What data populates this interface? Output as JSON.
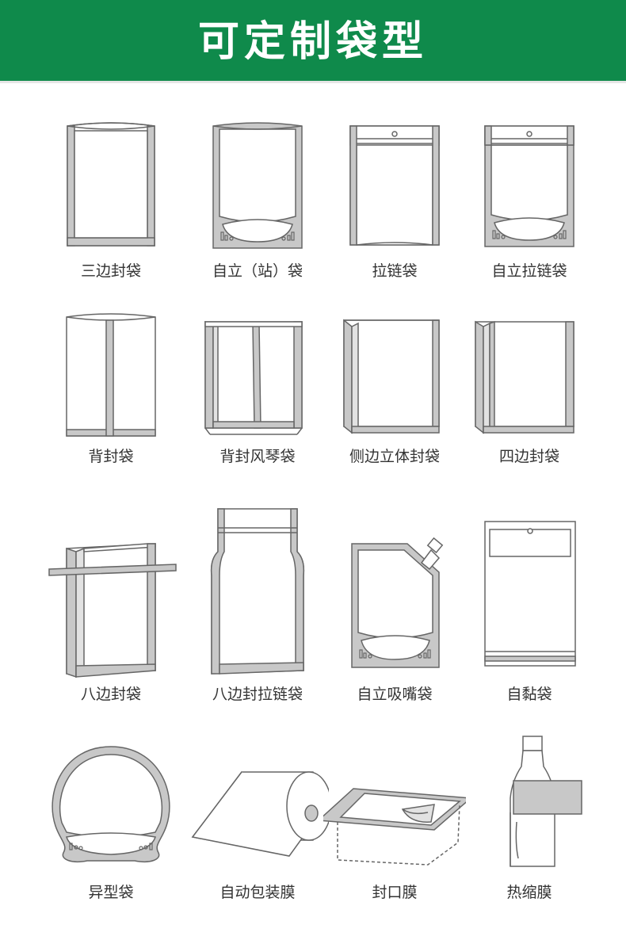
{
  "page": {
    "title": "可定制袋型",
    "accent_color": "#0f8a4b"
  },
  "bags": [
    {
      "label": "三边封袋",
      "icon": "three-side-seal-bag-icon"
    },
    {
      "label": "自立（站）袋",
      "icon": "stand-up-pouch-icon"
    },
    {
      "label": "拉链袋",
      "icon": "zipper-bag-icon"
    },
    {
      "label": "自立拉链袋",
      "icon": "stand-up-zipper-pouch-icon"
    },
    {
      "label": "背封袋",
      "icon": "back-seal-bag-icon"
    },
    {
      "label": "背封风琴袋",
      "icon": "back-seal-gusset-bag-icon"
    },
    {
      "label": "侧边立体封袋",
      "icon": "side-gusset-bag-icon"
    },
    {
      "label": "四边封袋",
      "icon": "four-side-seal-bag-icon"
    },
    {
      "label": "八边封袋",
      "icon": "eight-side-seal-bag-icon"
    },
    {
      "label": "八边封拉链袋",
      "icon": "eight-side-seal-zipper-bag-icon"
    },
    {
      "label": "自立吸嘴袋",
      "icon": "spout-pouch-icon"
    },
    {
      "label": "自黏袋",
      "icon": "self-adhesive-bag-icon"
    },
    {
      "label": "异型袋",
      "icon": "shaped-bag-icon"
    },
    {
      "label": "自动包装膜",
      "icon": "packaging-film-roll-icon"
    },
    {
      "label": "封口膜",
      "icon": "lidding-film-icon"
    },
    {
      "label": "热缩膜",
      "icon": "shrink-sleeve-bottle-icon"
    }
  ]
}
